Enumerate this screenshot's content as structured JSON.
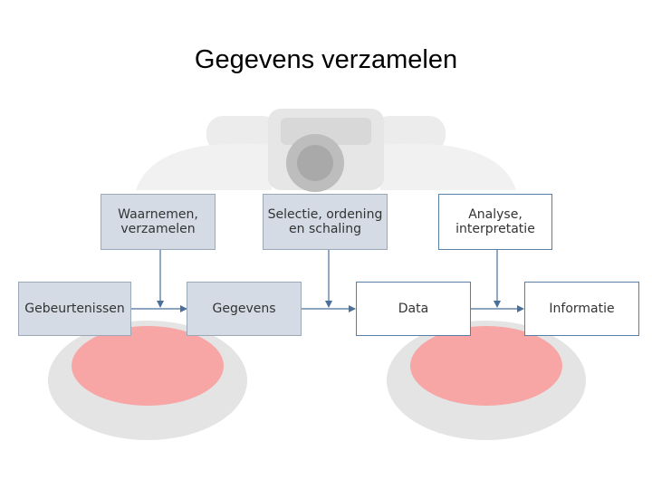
{
  "title": "Gegevens verzamelen",
  "colors": {
    "box_fill": "#d4dbe5",
    "box_border": "#9aa8b8",
    "arrow": "#4a6f99",
    "lens": "#f7a5a5"
  },
  "background_image": "binoculars",
  "diagram": {
    "top_boxes": [
      {
        "label": "Waarnemen,\nverzamelen"
      },
      {
        "label": "Selectie, ordening\nen schaling"
      },
      {
        "label": "Analyse,\ninterpretatie"
      }
    ],
    "chain": [
      {
        "label": "Gebeurtenissen"
      },
      {
        "label": "Gegevens"
      },
      {
        "label": "Data"
      },
      {
        "label": "Informatie"
      }
    ]
  }
}
